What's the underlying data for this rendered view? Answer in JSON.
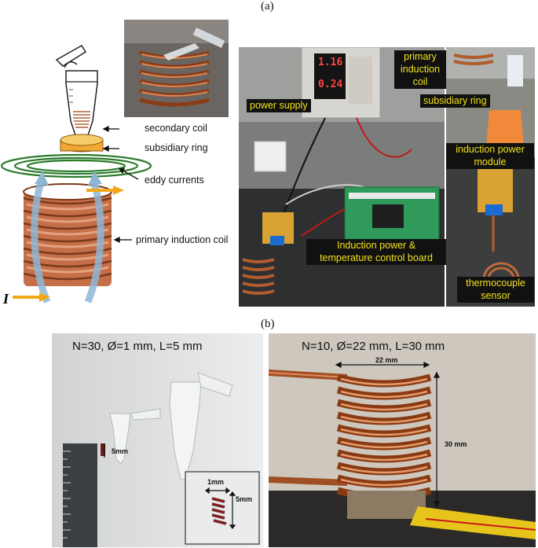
{
  "panel_a": {
    "label": "(a)",
    "schematic_labels": {
      "secondary_coil": "secondary coil",
      "subsidiary_ring": "subsidiary ring",
      "eddy_currents": "eddy currents",
      "primary_induction_coil": "primary induction coil",
      "current_symbol": "I"
    },
    "photo_labels": {
      "power_supply": "power supply",
      "primary_induction_coil_1": "primary",
      "primary_induction_coil_2": "induction",
      "primary_induction_coil_3": "coil",
      "subsidiary_ring": "subsidiary ring",
      "induction_power_module_1": "induction power",
      "induction_power_module_2": "module",
      "control_board_1": "Induction power &",
      "control_board_2": "temperature control board",
      "thermocouple_1": "thermocouple",
      "thermocouple_2": "sensor"
    },
    "display_readings": {
      "top": "1.16",
      "bottom": "0.24"
    }
  },
  "panel_b": {
    "label": "(b)",
    "left_spec": "N=30, Ø=1 mm, L=5 mm",
    "left_dim_ruler": "5mm",
    "inset_width": "1mm",
    "inset_height": "5mm",
    "right_spec": "N=10, Ø=22 mm, L=30 mm",
    "right_width": "22 mm",
    "right_height": "30 mm"
  }
}
